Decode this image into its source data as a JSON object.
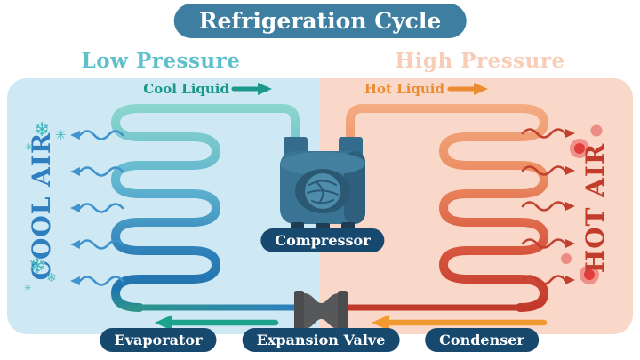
{
  "title": "Refrigeration Cycle",
  "sections": {
    "low_pressure": "Low Pressure",
    "high_pressure": "High Pressure"
  },
  "flow_labels": {
    "cool_liquid": "Cool Liquid",
    "hot_liquid": "Hot Liquid"
  },
  "air_labels": {
    "cool_air": "COOL AIR",
    "hot_air": "HOT AIR"
  },
  "component_labels": {
    "compressor": "Compressor",
    "evaporator": "Evaporator",
    "expansion_valve": "Expansion Valve",
    "condenser": "Condenser"
  },
  "icons": {
    "snowflake": "❄",
    "sparkle": "✳"
  },
  "colors": {
    "title-bg": "#3E7FA1",
    "title-text": "#FFFFFF",
    "low-pressure": "#5FC0CB",
    "high-pressure": "#F8CDB8",
    "panel-left": "#CEE9F4",
    "panel-right": "#F9D7C9",
    "cool-liquid": "#1B9889",
    "hot-liquid": "#EC8C30",
    "cool-air": "#2E7EC0",
    "hot-air": "#C23C2B",
    "snowflake": "#43B7BD",
    "label-bg": "#17486E",
    "label-text": "#FFFFFF",
    "evaporator-flow-arrow": "#1CA28D",
    "condenser-flow-arrow": "#F09A31",
    "wave-cool": "#4193CE",
    "wave-hot": "#C2412E",
    "coil-cool-top": "#8CD7CC",
    "coil-cool-bottom": "#2173AE",
    "coil-hot-top": "#F4AC82",
    "coil-hot-bottom": "#C1382B",
    "valve-gray": "#57585A"
  }
}
